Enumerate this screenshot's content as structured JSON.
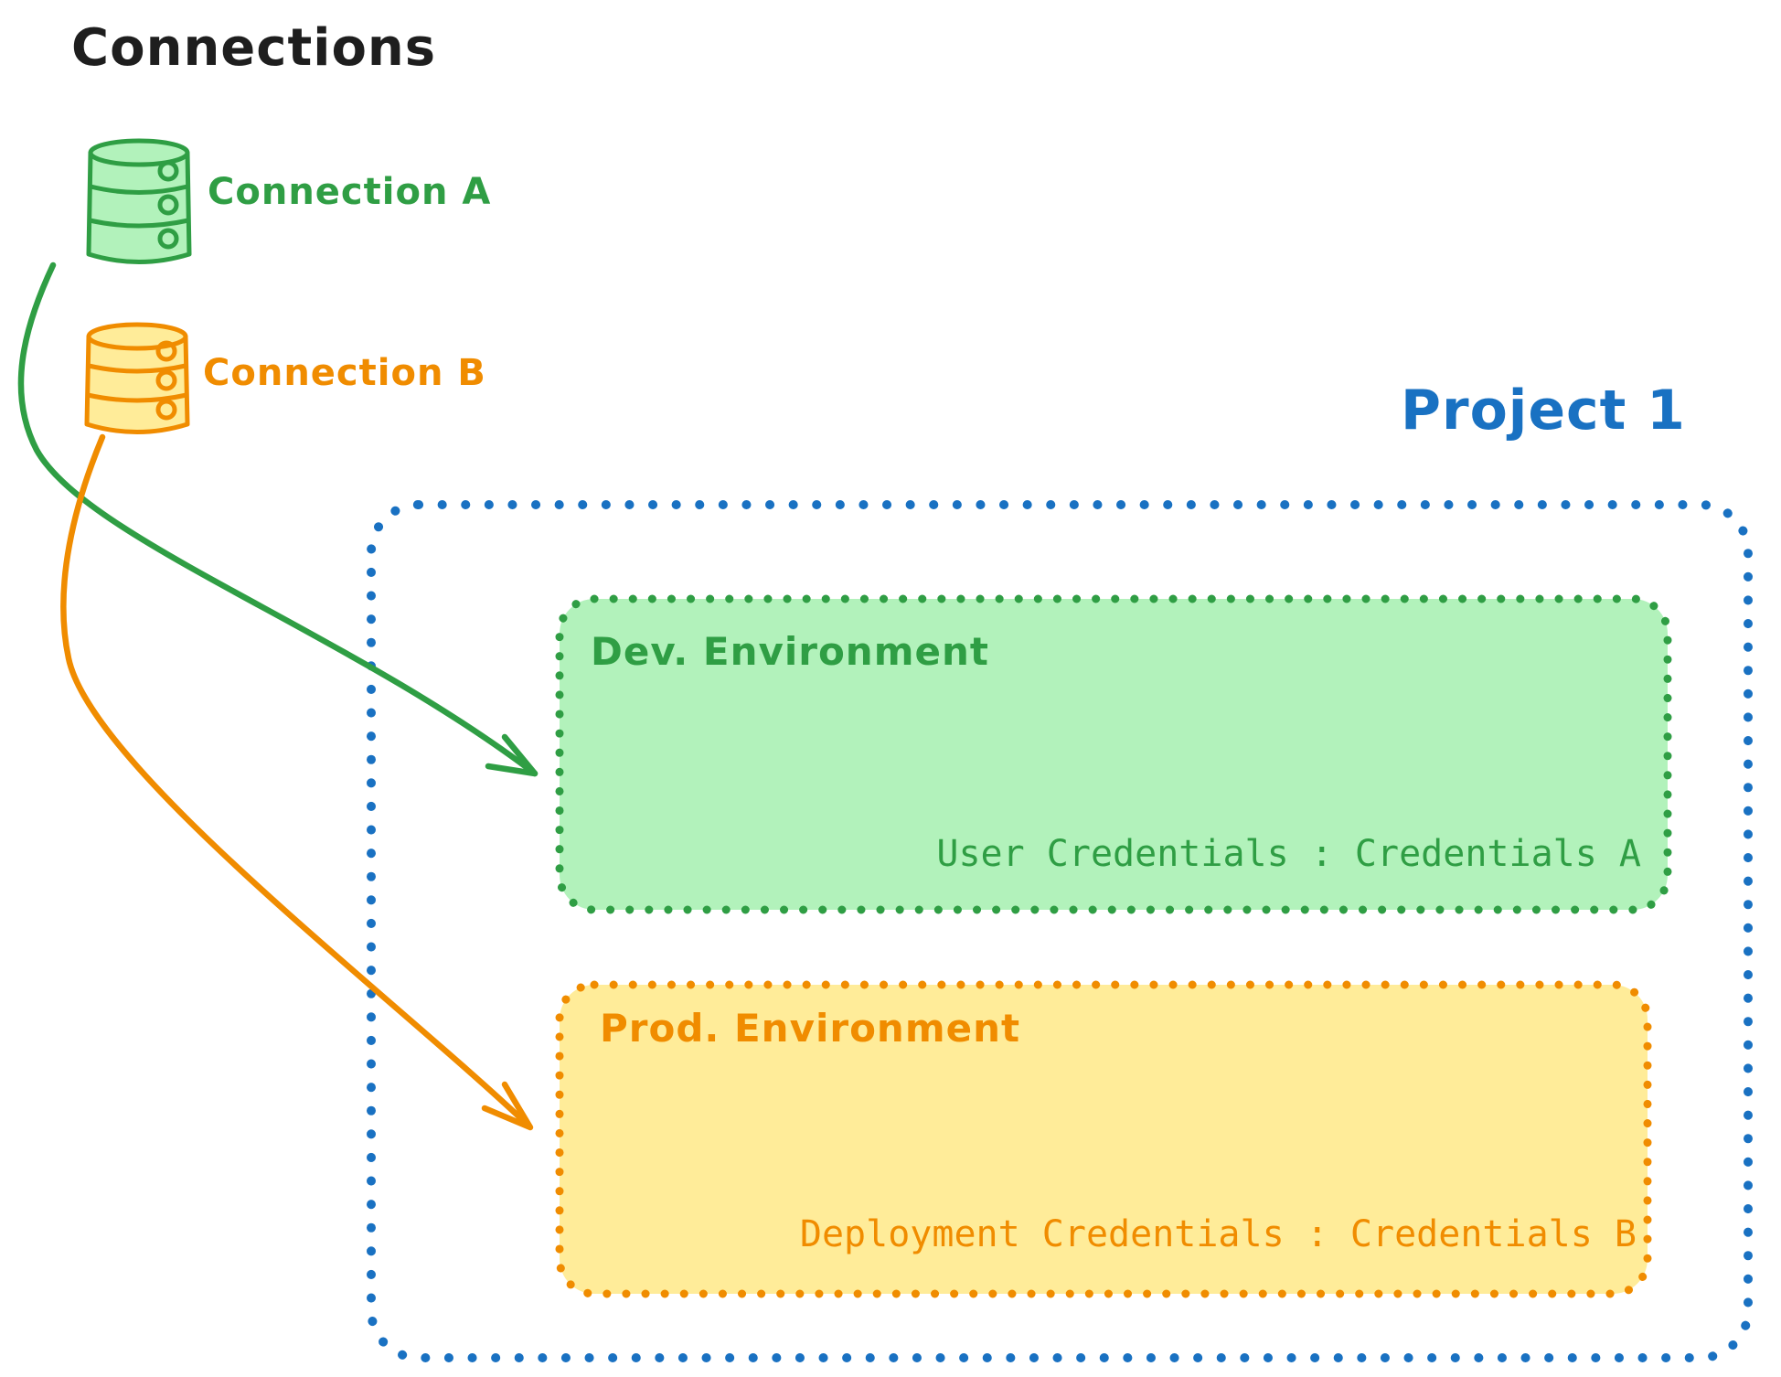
{
  "title": "Connections",
  "colors": {
    "black": "#1e1e1e",
    "green": "#2f9e44",
    "green_fill": "#b2f2bb",
    "orange": "#f08c00",
    "orange_fill": "#ffec99",
    "blue": "#1971c2"
  },
  "connections": [
    {
      "label": "Connection A",
      "icon": "database-icon",
      "color": "#2f9e44"
    },
    {
      "label": "Connection B",
      "icon": "database-icon",
      "color": "#f08c00"
    }
  ],
  "project": {
    "label": "Project 1",
    "environments": [
      {
        "name": "Dev. Environment",
        "credentials": "User Credentials : Credentials A",
        "source_connection": "Connection A"
      },
      {
        "name": "Prod. Environment",
        "credentials": "Deployment Credentials : Credentials B",
        "source_connection": "Connection B"
      }
    ]
  }
}
